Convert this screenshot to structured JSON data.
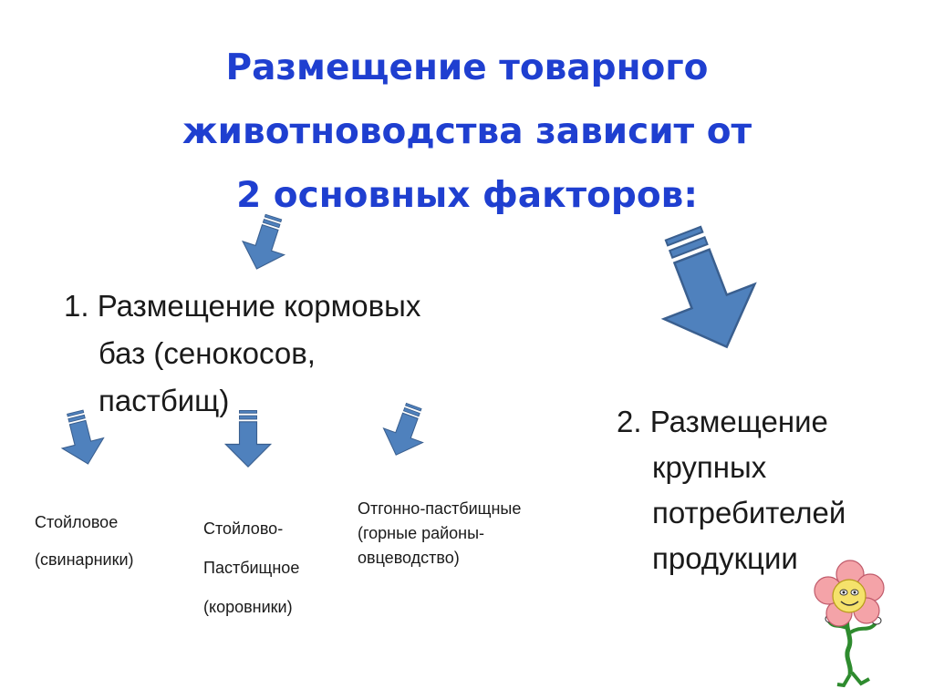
{
  "title": {
    "lines": [
      "Размещение товарного",
      "животноводства зависит от",
      "2 основных факторов:"
    ]
  },
  "factor1": {
    "lines": [
      "1. Размещение кормовых",
      "баз (сенокосов,",
      "пастбищ)"
    ]
  },
  "factor2": {
    "lines": [
      "2. Размещение",
      "крупных",
      "потребителей",
      "продукции"
    ]
  },
  "types": [
    {
      "lines": [
        "Стойловое",
        "(свинарники)"
      ]
    },
    {
      "lines": [
        "Стойлово-",
        "Пастбищное",
        "(коровники)"
      ]
    },
    {
      "lines": [
        "Отгонно-пастбищные",
        "(горные районы-",
        "овцеводство)"
      ]
    }
  ],
  "colors": {
    "title": "#1f3fd0",
    "arrow_fill": "#4f81bd",
    "arrow_stroke": "#3a5f8f",
    "flower_petal": "#f4a3a8",
    "flower_face": "#f5e26b",
    "stem": "#2e8b2e"
  },
  "icons": [
    "arrow-down-icon",
    "flower-mascot-icon"
  ]
}
